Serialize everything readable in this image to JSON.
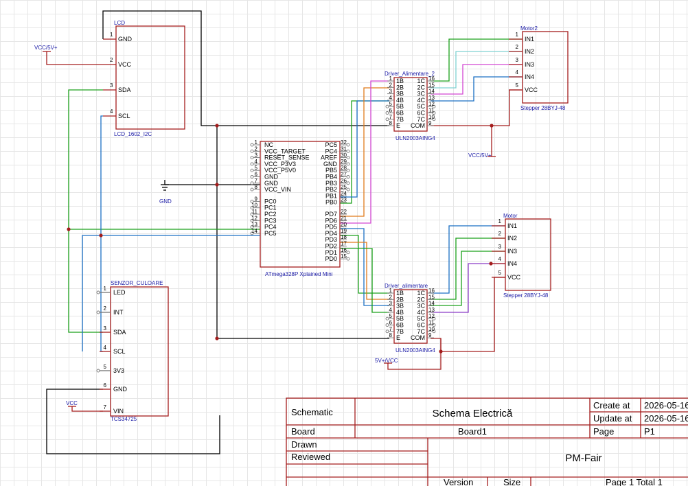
{
  "colors": {
    "box": "#a41c1c",
    "wire": "#a41c1c",
    "label": "#1a1aa6"
  },
  "lcd": {
    "name": "LCD",
    "part": "LCD_1602_I2C",
    "pins": [
      [
        "1",
        "GND"
      ],
      [
        "2",
        "VCC"
      ],
      [
        "3",
        "SDA"
      ],
      [
        "4",
        "SCL"
      ]
    ]
  },
  "mcu": {
    "part": "ATmega328P Xplained Mini",
    "left": [
      [
        "1",
        "NC"
      ],
      [
        "2",
        "VCC_TARGET"
      ],
      [
        "3",
        "RESET_SENSE"
      ],
      [
        "4",
        "VCC_P3V3"
      ],
      [
        "5",
        "VCC_P5V0"
      ],
      [
        "6",
        "GND"
      ],
      [
        "7",
        "GND"
      ],
      [
        "8",
        "VCC_VIN"
      ],
      [
        "9",
        "PC0"
      ],
      [
        "10",
        "PC1"
      ],
      [
        "11",
        "PC2"
      ],
      [
        "12",
        "PC3"
      ],
      [
        "13",
        "PC4"
      ],
      [
        "14",
        "PC5"
      ]
    ],
    "right": [
      [
        "32",
        "PC5"
      ],
      [
        "31",
        "PC4"
      ],
      [
        "30",
        "AREF"
      ],
      [
        "29",
        "GND"
      ],
      [
        "28",
        "PB5"
      ],
      [
        "27",
        "PB4"
      ],
      [
        "26",
        "PB3"
      ],
      [
        "25",
        "PB2"
      ],
      [
        "24",
        "PB1"
      ],
      [
        "23",
        "PB0"
      ],
      [
        "22",
        "PD7"
      ],
      [
        "21",
        "PD6"
      ],
      [
        "20",
        "PD5"
      ],
      [
        "19",
        "PD4"
      ],
      [
        "18",
        "PD3"
      ],
      [
        "17",
        "PD2"
      ],
      [
        "16",
        "PD1"
      ],
      [
        "15",
        "PD0"
      ]
    ]
  },
  "sensor": {
    "name": "SENZOR_CULOARE",
    "part": "TCS34725",
    "pins": [
      [
        "1",
        "LED"
      ],
      [
        "2",
        "INT"
      ],
      [
        "3",
        "SDA"
      ],
      [
        "4",
        "SCL"
      ],
      [
        "5",
        "3V3"
      ],
      [
        "6",
        "GND"
      ],
      [
        "7",
        "VIN"
      ]
    ]
  },
  "driver_top": {
    "name": "Driver_Alimentare_2",
    "part": "ULN2003AING4"
  },
  "driver_bottom": {
    "name": "Driver_alimentare",
    "part": "ULN2003AING4"
  },
  "uln_left": [
    [
      "1",
      "1B"
    ],
    [
      "2",
      "2B"
    ],
    [
      "3",
      "3B"
    ],
    [
      "4",
      "4B"
    ],
    [
      "5",
      "5B"
    ],
    [
      "6",
      "6B"
    ],
    [
      "7",
      "7B"
    ],
    [
      "8",
      "E"
    ]
  ],
  "uln_right": [
    [
      "16",
      "1C"
    ],
    [
      "15",
      "2C"
    ],
    [
      "14",
      "3C"
    ],
    [
      "13",
      "4C"
    ],
    [
      "12",
      "5C"
    ],
    [
      "11",
      "6C"
    ],
    [
      "10",
      "7C"
    ],
    [
      "9",
      "COM"
    ]
  ],
  "motor_top": {
    "name": "Motor2",
    "part": "Stepper 28BYJ-48"
  },
  "motor_bottom": {
    "name": "Motor",
    "part": "Stepper 28BYJ-48"
  },
  "motor_pins": [
    [
      "1",
      "IN1"
    ],
    [
      "2",
      "IN2"
    ],
    [
      "3",
      "IN3"
    ],
    [
      "4",
      "IN4"
    ],
    [
      "5",
      "VCC"
    ]
  ],
  "nets": {
    "vcc5v": "VCC/5V+",
    "gnd": "GND",
    "vcc5v_b": "VCC/5V+",
    "vcc_sensor": "VCC",
    "v5_vcc": "5V+/VCC"
  },
  "title_block": {
    "schematic": "Schematic",
    "title": "Schema Electrică",
    "created_label": "Create at",
    "created": "2026-05-16",
    "updated_label": "Update at",
    "updated": "2026-05-16",
    "board_label": "Board",
    "board": "Board1",
    "page_label": "Page",
    "page": "P1",
    "drawn": "Drawn",
    "reviewed": "Reviewed",
    "project": "PM-Fair",
    "version": "Version",
    "size": "Size",
    "page_total": "Page  1  Total  1"
  }
}
